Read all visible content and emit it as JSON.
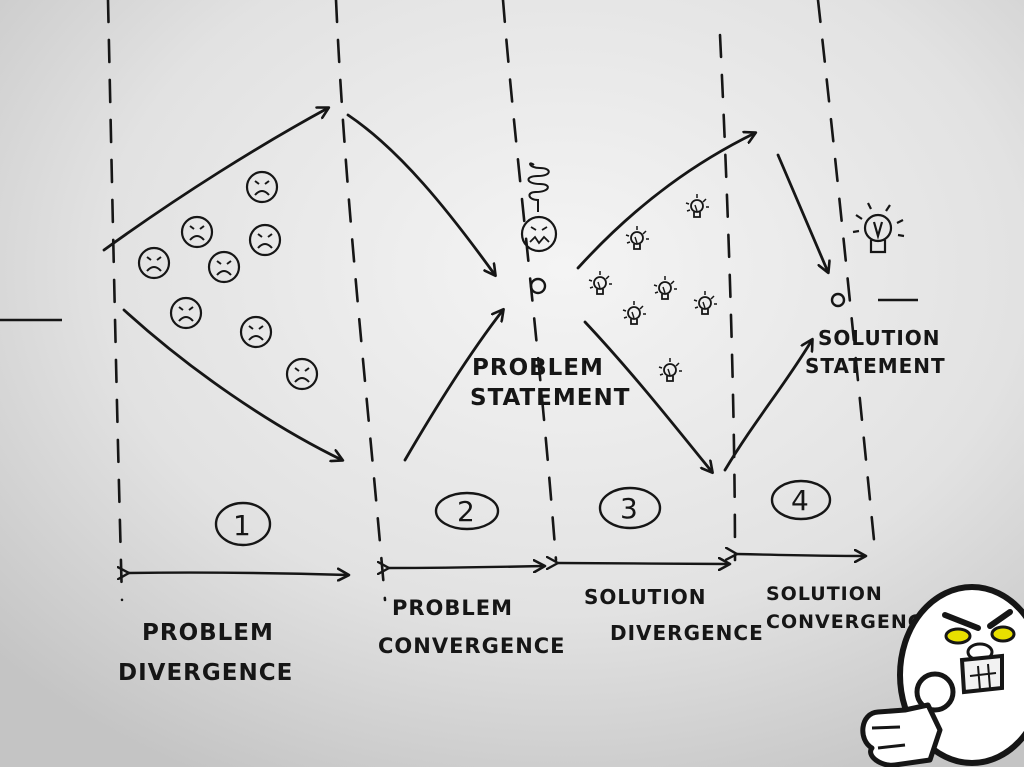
{
  "labels": {
    "problem_statement": [
      "PROBLEM",
      "STATEMENT"
    ],
    "solution_statement": [
      "SOLUTION",
      "STATEMENT"
    ]
  },
  "phases": [
    {
      "number": "1",
      "name": [
        "PROBLEM",
        "DIVERGENCE"
      ]
    },
    {
      "number": "2",
      "name": [
        "PROBLEM",
        "CONVERGENCE"
      ]
    },
    {
      "number": "3",
      "name": [
        "SOLUTION",
        "DIVERGENCE"
      ]
    },
    {
      "number": "4",
      "name": [
        "SOLUTION",
        "CONVERGENCE"
      ]
    }
  ],
  "icons": {
    "problems": "sad-face-icon",
    "ideas": "light-bulb-icon",
    "spring": "spring-icon",
    "mascot": "angry-mascot-icon"
  },
  "colors": {
    "board": "#d9d9d9",
    "ink": "#161616",
    "mascot_eye": "#e8e000"
  }
}
